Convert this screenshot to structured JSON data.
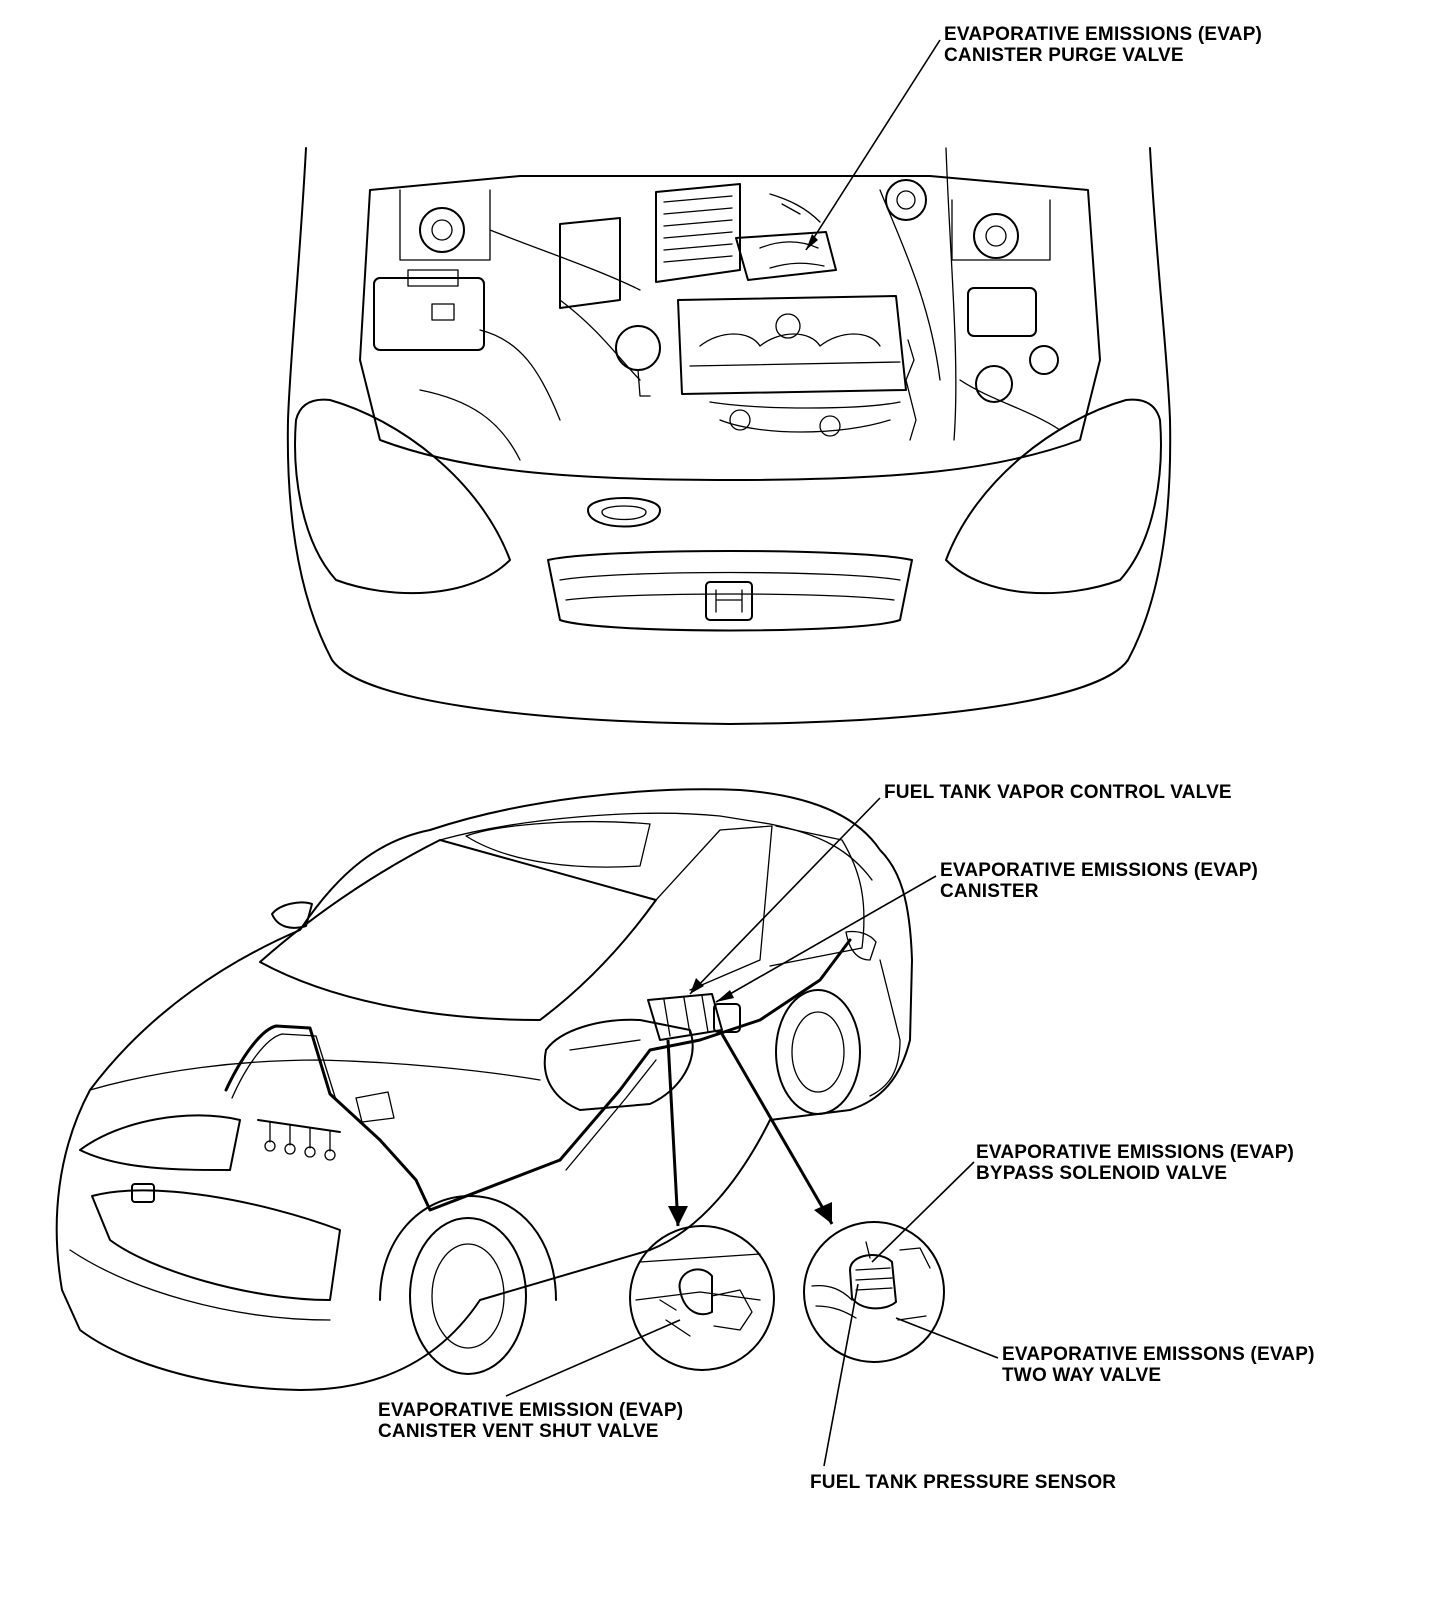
{
  "labels": {
    "purge_valve": [
      "EVAPORATIVE EMISSIONS (EVAP)",
      "CANISTER PURGE VALVE"
    ],
    "vapor_control_valve": [
      "FUEL TANK VAPOR CONTROL VALVE"
    ],
    "canister": [
      "EVAPORATIVE EMISSIONS (EVAP)",
      "CANISTER"
    ],
    "bypass_solenoid": [
      "EVAPORATIVE EMISSIONS (EVAP)",
      "BYPASS SOLENOID VALVE"
    ],
    "two_way_valve": [
      "EVAPORATIVE EMISSONS (EVAP)",
      "TWO WAY VALVE"
    ],
    "vent_shut_valve": [
      "EVAPORATIVE EMISSION (EVAP)",
      "CANISTER VENT SHUT VALVE"
    ],
    "pressure_sensor": [
      "FUEL TANK PRESSURE SENSOR"
    ]
  },
  "colors": {
    "ink": "#000000",
    "paper": "#ffffff"
  }
}
